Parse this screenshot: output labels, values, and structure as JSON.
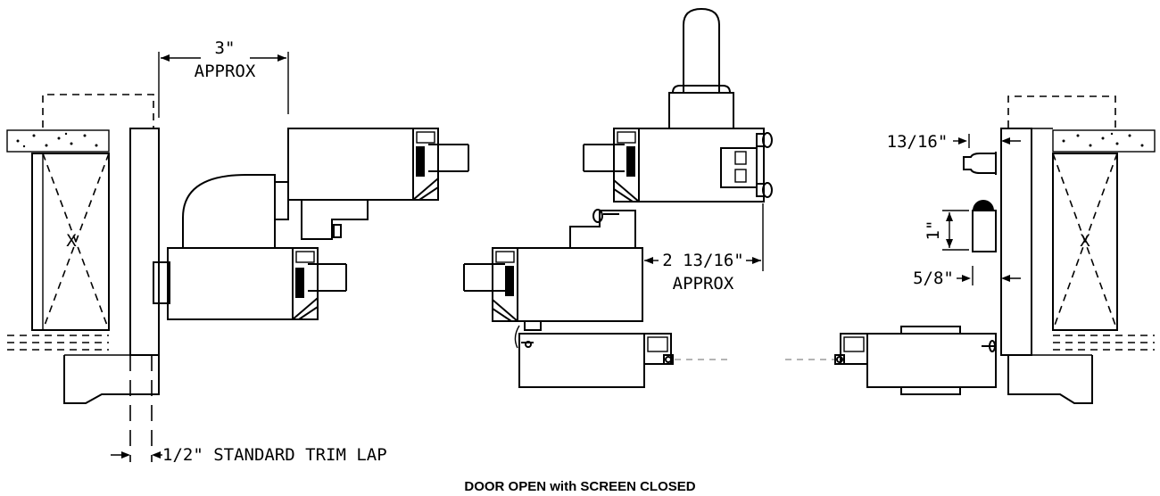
{
  "labels": {
    "dim_3": "3\"",
    "approx_top": "APPROX",
    "dim_2_13_16": "2 13/16\"",
    "approx_right": "APPROX",
    "dim_13_16": "13/16\"",
    "dim_1": "1\"",
    "dim_5_8": "5/8\"",
    "trim_lap": "1/2\" STANDARD TRIM LAP",
    "caption": "DOOR OPEN with SCREEN CLOSED"
  },
  "frame_marks": {
    "left": "X",
    "right": "X"
  }
}
